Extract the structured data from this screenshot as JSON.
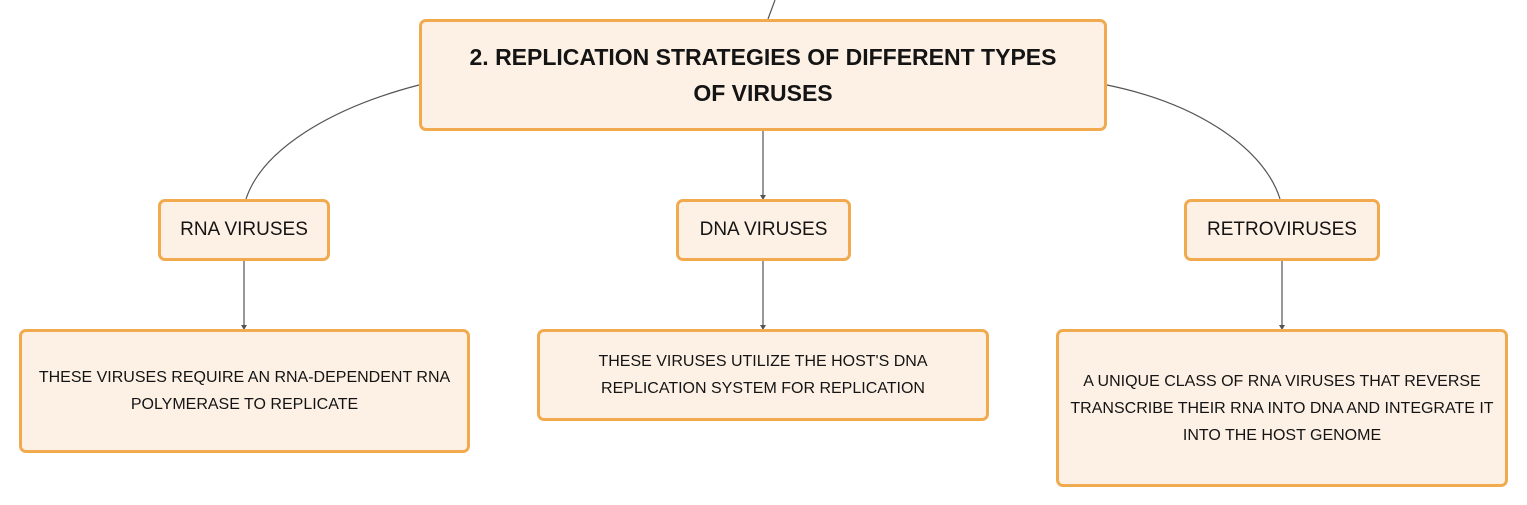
{
  "diagram": {
    "root": {
      "title": "2. REPLICATION STRATEGIES OF DIFFERENT TYPES OF VIRUSES"
    },
    "branches": [
      {
        "label": "RNA VIRUSES",
        "description": "THESE VIRUSES REQUIRE AN RNA-DEPENDENT RNA POLYMERASE TO REPLICATE"
      },
      {
        "label": "DNA VIRUSES",
        "description": "THESE VIRUSES UTILIZE THE HOST'S DNA REPLICATION SYSTEM FOR REPLICATION"
      },
      {
        "label": "RETROVIRUSES",
        "description": "A UNIQUE CLASS OF RNA VIRUSES THAT REVERSE TRANSCRIBE THEIR RNA INTO DNA AND INTEGRATE IT INTO THE HOST GENOME"
      }
    ]
  },
  "colors": {
    "node_fill": "#fdf1e6",
    "node_border": "#f2aa4e",
    "connector": "#555555",
    "text": "#141414"
  }
}
